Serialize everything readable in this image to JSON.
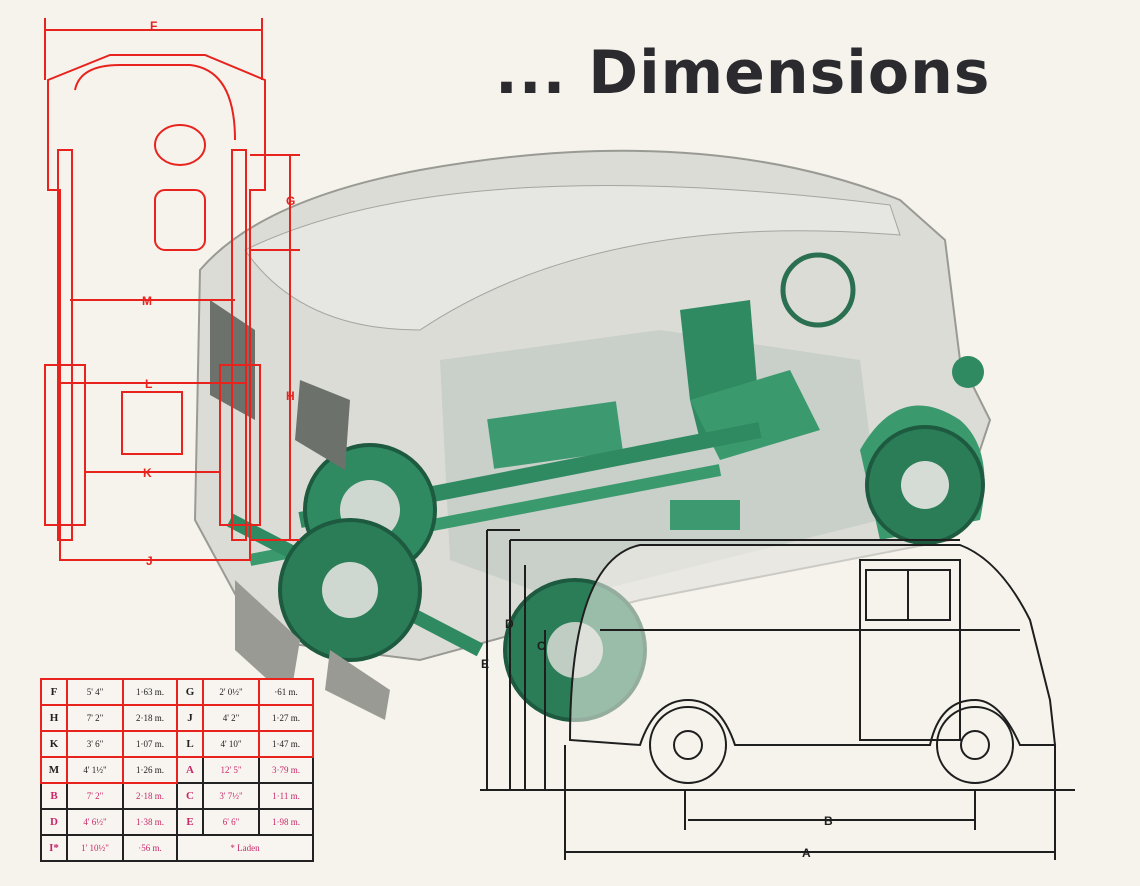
{
  "title": "... Dimensions",
  "plan_labels": {
    "F": "F",
    "G": "G",
    "M": "M",
    "H": "H",
    "L": "L",
    "K": "K",
    "J": "J"
  },
  "side_labels": {
    "A": "A",
    "B": "B",
    "C": "C",
    "D": "D",
    "E": "E"
  },
  "table": {
    "rows": [
      [
        {
          "k": "F",
          "imp": "5' 4\"",
          "m": "1·63 m."
        },
        {
          "k": "G",
          "imp": "2' 0½\"",
          "m": "·61 m."
        }
      ],
      [
        {
          "k": "H",
          "imp": "7' 2\"",
          "m": "2·18 m."
        },
        {
          "k": "J",
          "imp": "4' 2\"",
          "m": "1·27 m."
        }
      ],
      [
        {
          "k": "K",
          "imp": "3' 6\"",
          "m": "1·07 m."
        },
        {
          "k": "L",
          "imp": "4' 10\"",
          "m": "1·47 m."
        }
      ],
      [
        {
          "k": "M",
          "imp": "4' 1½\"",
          "m": "1·26 m."
        },
        {
          "k": "A",
          "imp": "12' 5\"",
          "m": "3·79 m."
        }
      ],
      [
        {
          "k": "B",
          "imp": "7' 2\"",
          "m": "2·18 m."
        },
        {
          "k": "C",
          "imp": "3' 7½\"",
          "m": "1·11 m."
        }
      ],
      [
        {
          "k": "D",
          "imp": "4' 6½\"",
          "m": "1·38 m."
        },
        {
          "k": "E",
          "imp": "6' 6\"",
          "m": "1·98 m."
        }
      ],
      [
        {
          "k": "I*",
          "imp": "1' 10½\"",
          "m": "·56 m."
        }
      ]
    ],
    "footnote": "* Laden"
  },
  "colors": {
    "plan": "#e8231e",
    "green": "#2f8a62",
    "body": "#d9d9d4",
    "ink": "#2b2a2e",
    "pink": "#c8286a"
  }
}
